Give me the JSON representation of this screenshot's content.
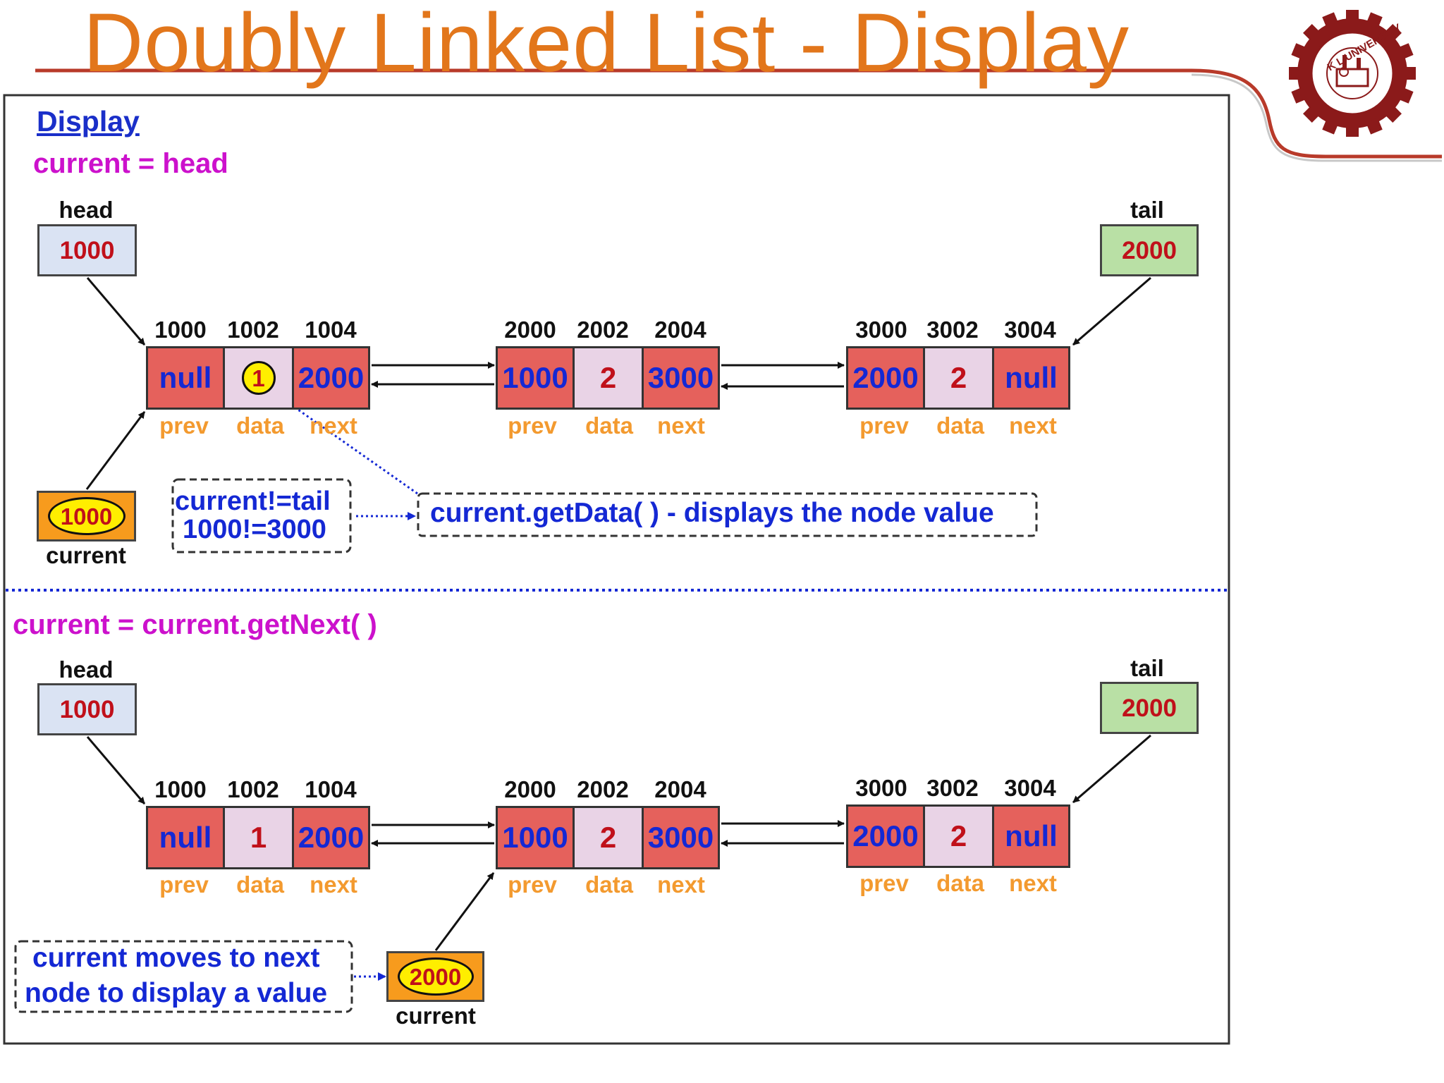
{
  "slide": {
    "title": "Doubly Linked List - Display",
    "logo_text": "K L UNIVERSITY",
    "colors": {
      "title": "#e2761b",
      "ptr_cell": "#e5615c",
      "data_cell": "#e9d3e6",
      "head_box": "#dae3f3",
      "tail_box": "#b9e0a5",
      "current_box": "#f79b1d",
      "blue_text": "#1428d4",
      "magenta_text": "#cc11cc"
    }
  },
  "top": {
    "heading": "Display",
    "step": "current = head",
    "head": {
      "label": "head",
      "value": "1000"
    },
    "tail": {
      "label": "tail",
      "value": "2000"
    },
    "current": {
      "label": "current",
      "value": "1000"
    },
    "nodes": [
      {
        "addr": [
          "1000",
          "1002",
          "1004"
        ],
        "prev": "null",
        "data": "1",
        "next": "2000",
        "fields": [
          "prev",
          "data",
          "next"
        ]
      },
      {
        "addr": [
          "2000",
          "2002",
          "2004"
        ],
        "prev": "1000",
        "data": "2",
        "next": "3000",
        "fields": [
          "prev",
          "data",
          "next"
        ]
      },
      {
        "addr": [
          "3000",
          "3002",
          "3004"
        ],
        "prev": "2000",
        "data": "2",
        "next": "null",
        "fields": [
          "prev",
          "data",
          "next"
        ]
      }
    ],
    "condition_line1": "current!=tail",
    "condition_line2": "1000!=3000",
    "note": "current.getData( ) - displays the node value"
  },
  "bottom": {
    "step": "current = current.getNext( )",
    "head": {
      "label": "head",
      "value": "1000"
    },
    "tail": {
      "label": "tail",
      "value": "2000"
    },
    "current": {
      "label": "current",
      "value": "2000"
    },
    "nodes": [
      {
        "addr": [
          "1000",
          "1002",
          "1004"
        ],
        "prev": "null",
        "data": "1",
        "next": "2000",
        "fields": [
          "prev",
          "data",
          "next"
        ]
      },
      {
        "addr": [
          "2000",
          "2002",
          "2004"
        ],
        "prev": "1000",
        "data": "2",
        "next": "3000",
        "fields": [
          "prev",
          "data",
          "next"
        ]
      },
      {
        "addr": [
          "3000",
          "3002",
          "3004"
        ],
        "prev": "2000",
        "data": "2",
        "next": "null",
        "fields": [
          "prev",
          "data",
          "next"
        ]
      }
    ],
    "note_line1": "current moves to next",
    "note_line2": "node to display a value"
  }
}
